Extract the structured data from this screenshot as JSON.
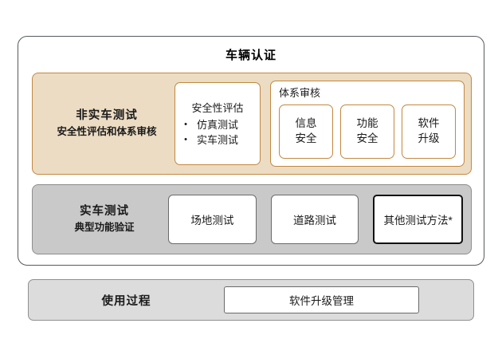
{
  "diagram": {
    "title": "车辆认证",
    "non_real_vehicle_test": {
      "label_main": "非实车测试",
      "label_sub": "安全性评估和体系审核",
      "safety_assessment": {
        "title": "安全性评估",
        "bullet_glyph": "•",
        "items": [
          "仿真测试",
          "实车测试"
        ]
      },
      "system_audit": {
        "title": "体系审核",
        "items": [
          "信息\n安全",
          "功能\n安全",
          "软件\n升级"
        ]
      }
    },
    "real_vehicle_test": {
      "label_main": "实车测试",
      "label_sub": "典型功能验证",
      "items": [
        {
          "label": "场地测试",
          "emphasis": false
        },
        {
          "label": "道路测试",
          "emphasis": false
        },
        {
          "label": "其他测试方法*",
          "emphasis": true
        }
      ]
    },
    "usage_process": {
      "label": "使用过程",
      "item": "软件升级管理"
    },
    "caption": ""
  },
  "colors": {
    "orange_border": "#c4883f",
    "orange_fill": "#ecdcc3",
    "gray_fill": "#c9c9c9",
    "gray_fill_light": "#dcdcdc",
    "gray_border": "#8d8d8d",
    "card_border": "#555a5e",
    "emphasis_border": "#111111"
  }
}
